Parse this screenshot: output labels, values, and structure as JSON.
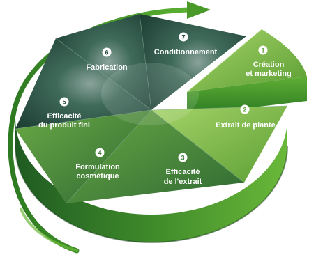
{
  "segments": [
    {
      "number": "1",
      "lines": [
        "Création",
        "et marketing"
      ]
    },
    {
      "number": "2",
      "lines": [
        "Extrait de plante"
      ]
    },
    {
      "number": "3",
      "lines": [
        "Efficacité",
        "de l'extrait"
      ]
    },
    {
      "number": "4",
      "lines": [
        "Formulation",
        "cosmétique"
      ]
    },
    {
      "number": "5",
      "lines": [
        "Efficacité",
        "du produit fini"
      ]
    },
    {
      "number": "6",
      "lines": [
        "Fabrication"
      ]
    },
    {
      "number": "7",
      "lines": [
        "Conditionnement"
      ]
    }
  ],
  "colors": {
    "dark_top": "#24483b",
    "mid_top": "#3d7a3b",
    "light_top": "#6cae38",
    "accent": "#7cc241",
    "side_dark": "#1f5b22",
    "side_light": "#4f9b2e",
    "arrow": "#4a9a2a",
    "text": "#ffffff"
  }
}
